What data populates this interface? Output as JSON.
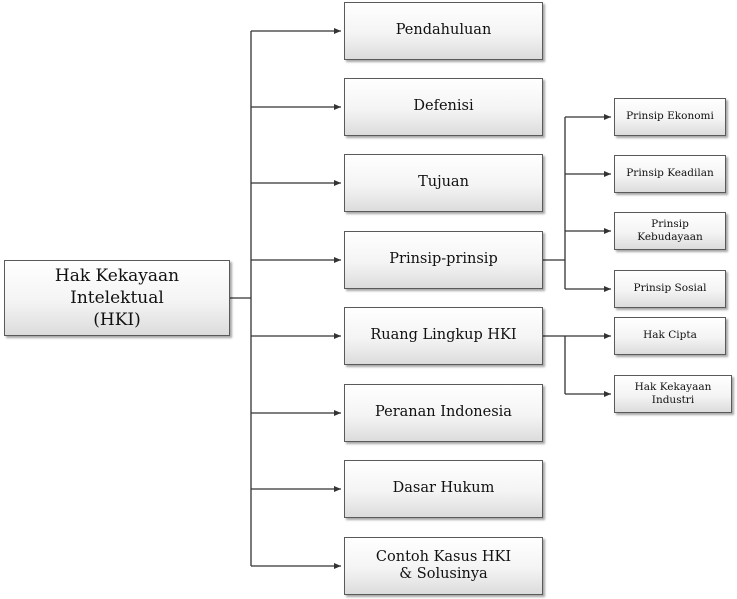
{
  "root": {
    "line1": "Hak Kekayaan",
    "line2": "Intelektual",
    "line3": "(HKI)"
  },
  "topics": {
    "pendahuluan": "Pendahuluan",
    "defenisi": "Defenisi",
    "tujuan": "Tujuan",
    "prinsip": "Prinsip-prinsip",
    "ruang": "Ruang Lingkup HKI",
    "peranan": "Peranan Indonesia",
    "dasar": "Dasar Hukum",
    "contoh_line1": "Contoh Kasus HKI",
    "contoh_line2": "& Solusinya"
  },
  "prinsip_children": {
    "ekonomi": "Prinsip Ekonomi",
    "keadilan": "Prinsip Keadilan",
    "kebudayaan_line1": "Prinsip",
    "kebudayaan_line2": "Kebudayaan",
    "sosial": "Prinsip Sosial"
  },
  "ruang_children": {
    "cipta": "Hak Cipta",
    "industri_line1": "Hak Kekayaan",
    "industri_line2": "Industri"
  },
  "colors": {
    "line": "#333333",
    "border": "#5a5a5a"
  }
}
